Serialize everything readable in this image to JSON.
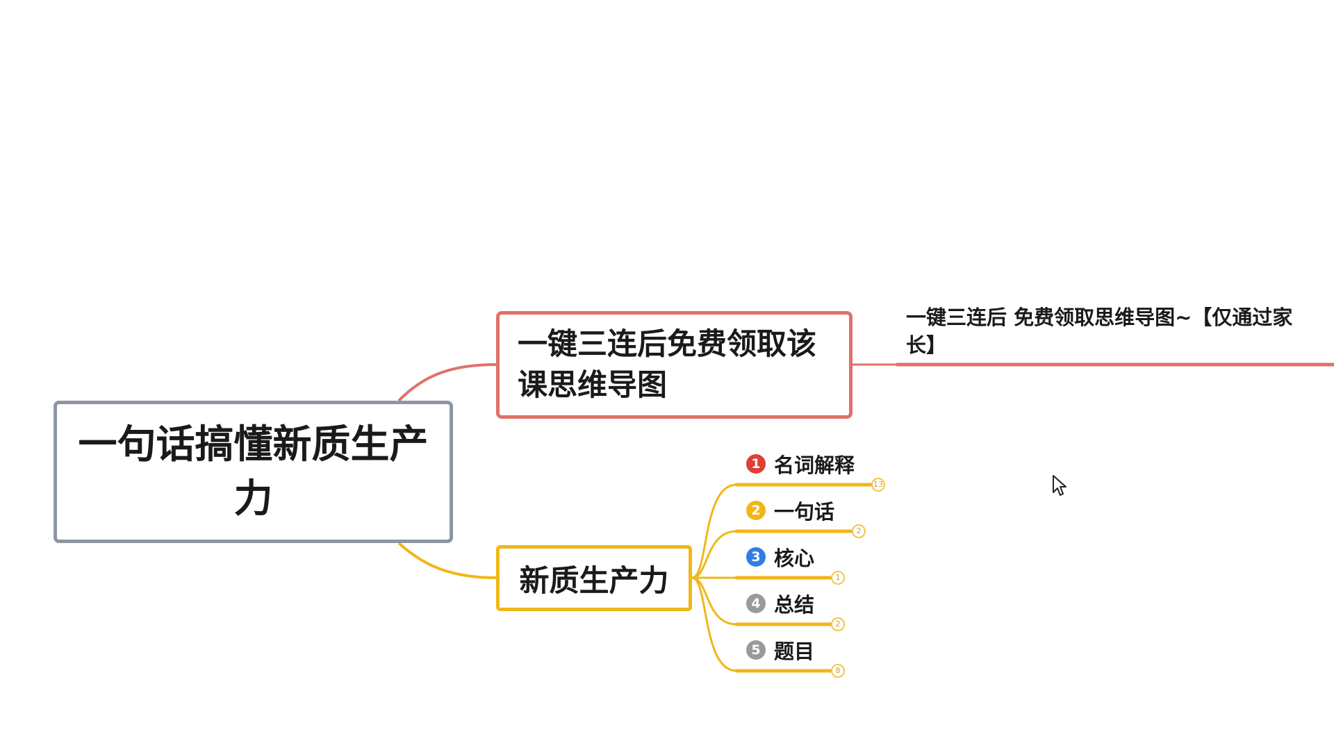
{
  "colors": {
    "root_border": "#8d95a3",
    "free_branch": "#e2706a",
    "np_branch": "#f0b719",
    "badge_1": "#e03e36",
    "badge_2": "#f0b719",
    "badge_3": "#2f7ee6",
    "badge_4": "#9a9a9a",
    "badge_5": "#9a9a9a"
  },
  "root": {
    "title": "一句话搞懂新质生产力"
  },
  "branch_free": {
    "label": "一键三连后免费领取该课思维导图"
  },
  "note": {
    "text": "一键三连后 免费领取思维导图~【仅通过家长】"
  },
  "branch_np": {
    "label": "新质生产力",
    "items": [
      {
        "num": "1",
        "label": "名词解释",
        "count": "13"
      },
      {
        "num": "2",
        "label": "一句话",
        "count": "2"
      },
      {
        "num": "3",
        "label": "核心",
        "count": "1"
      },
      {
        "num": "4",
        "label": "总结",
        "count": "2"
      },
      {
        "num": "5",
        "label": "题目",
        "count": "8"
      }
    ]
  },
  "icons": {
    "cursor": "mouse-pointer-icon"
  }
}
